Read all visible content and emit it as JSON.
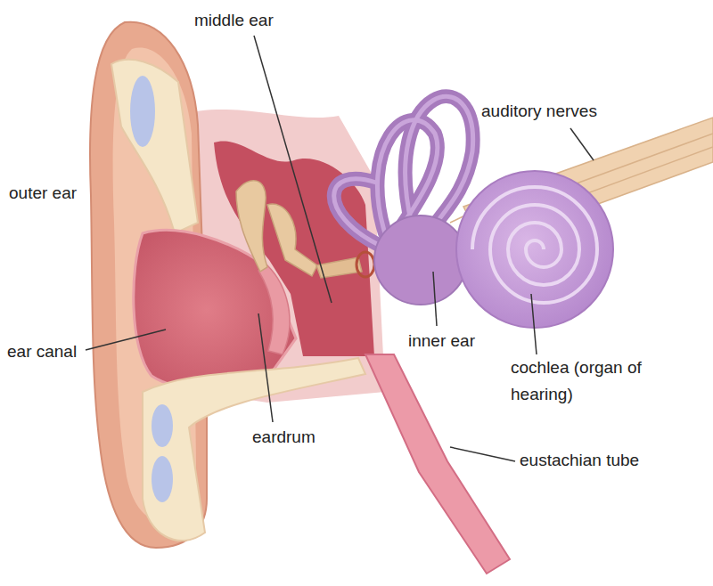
{
  "diagram": {
    "labels": [
      "middle ear",
      "auditory nerves",
      "outer ear",
      "ear canal",
      "inner ear",
      "cochlea (organ of hearing)",
      "eardrum",
      "eustachian tube"
    ]
  }
}
